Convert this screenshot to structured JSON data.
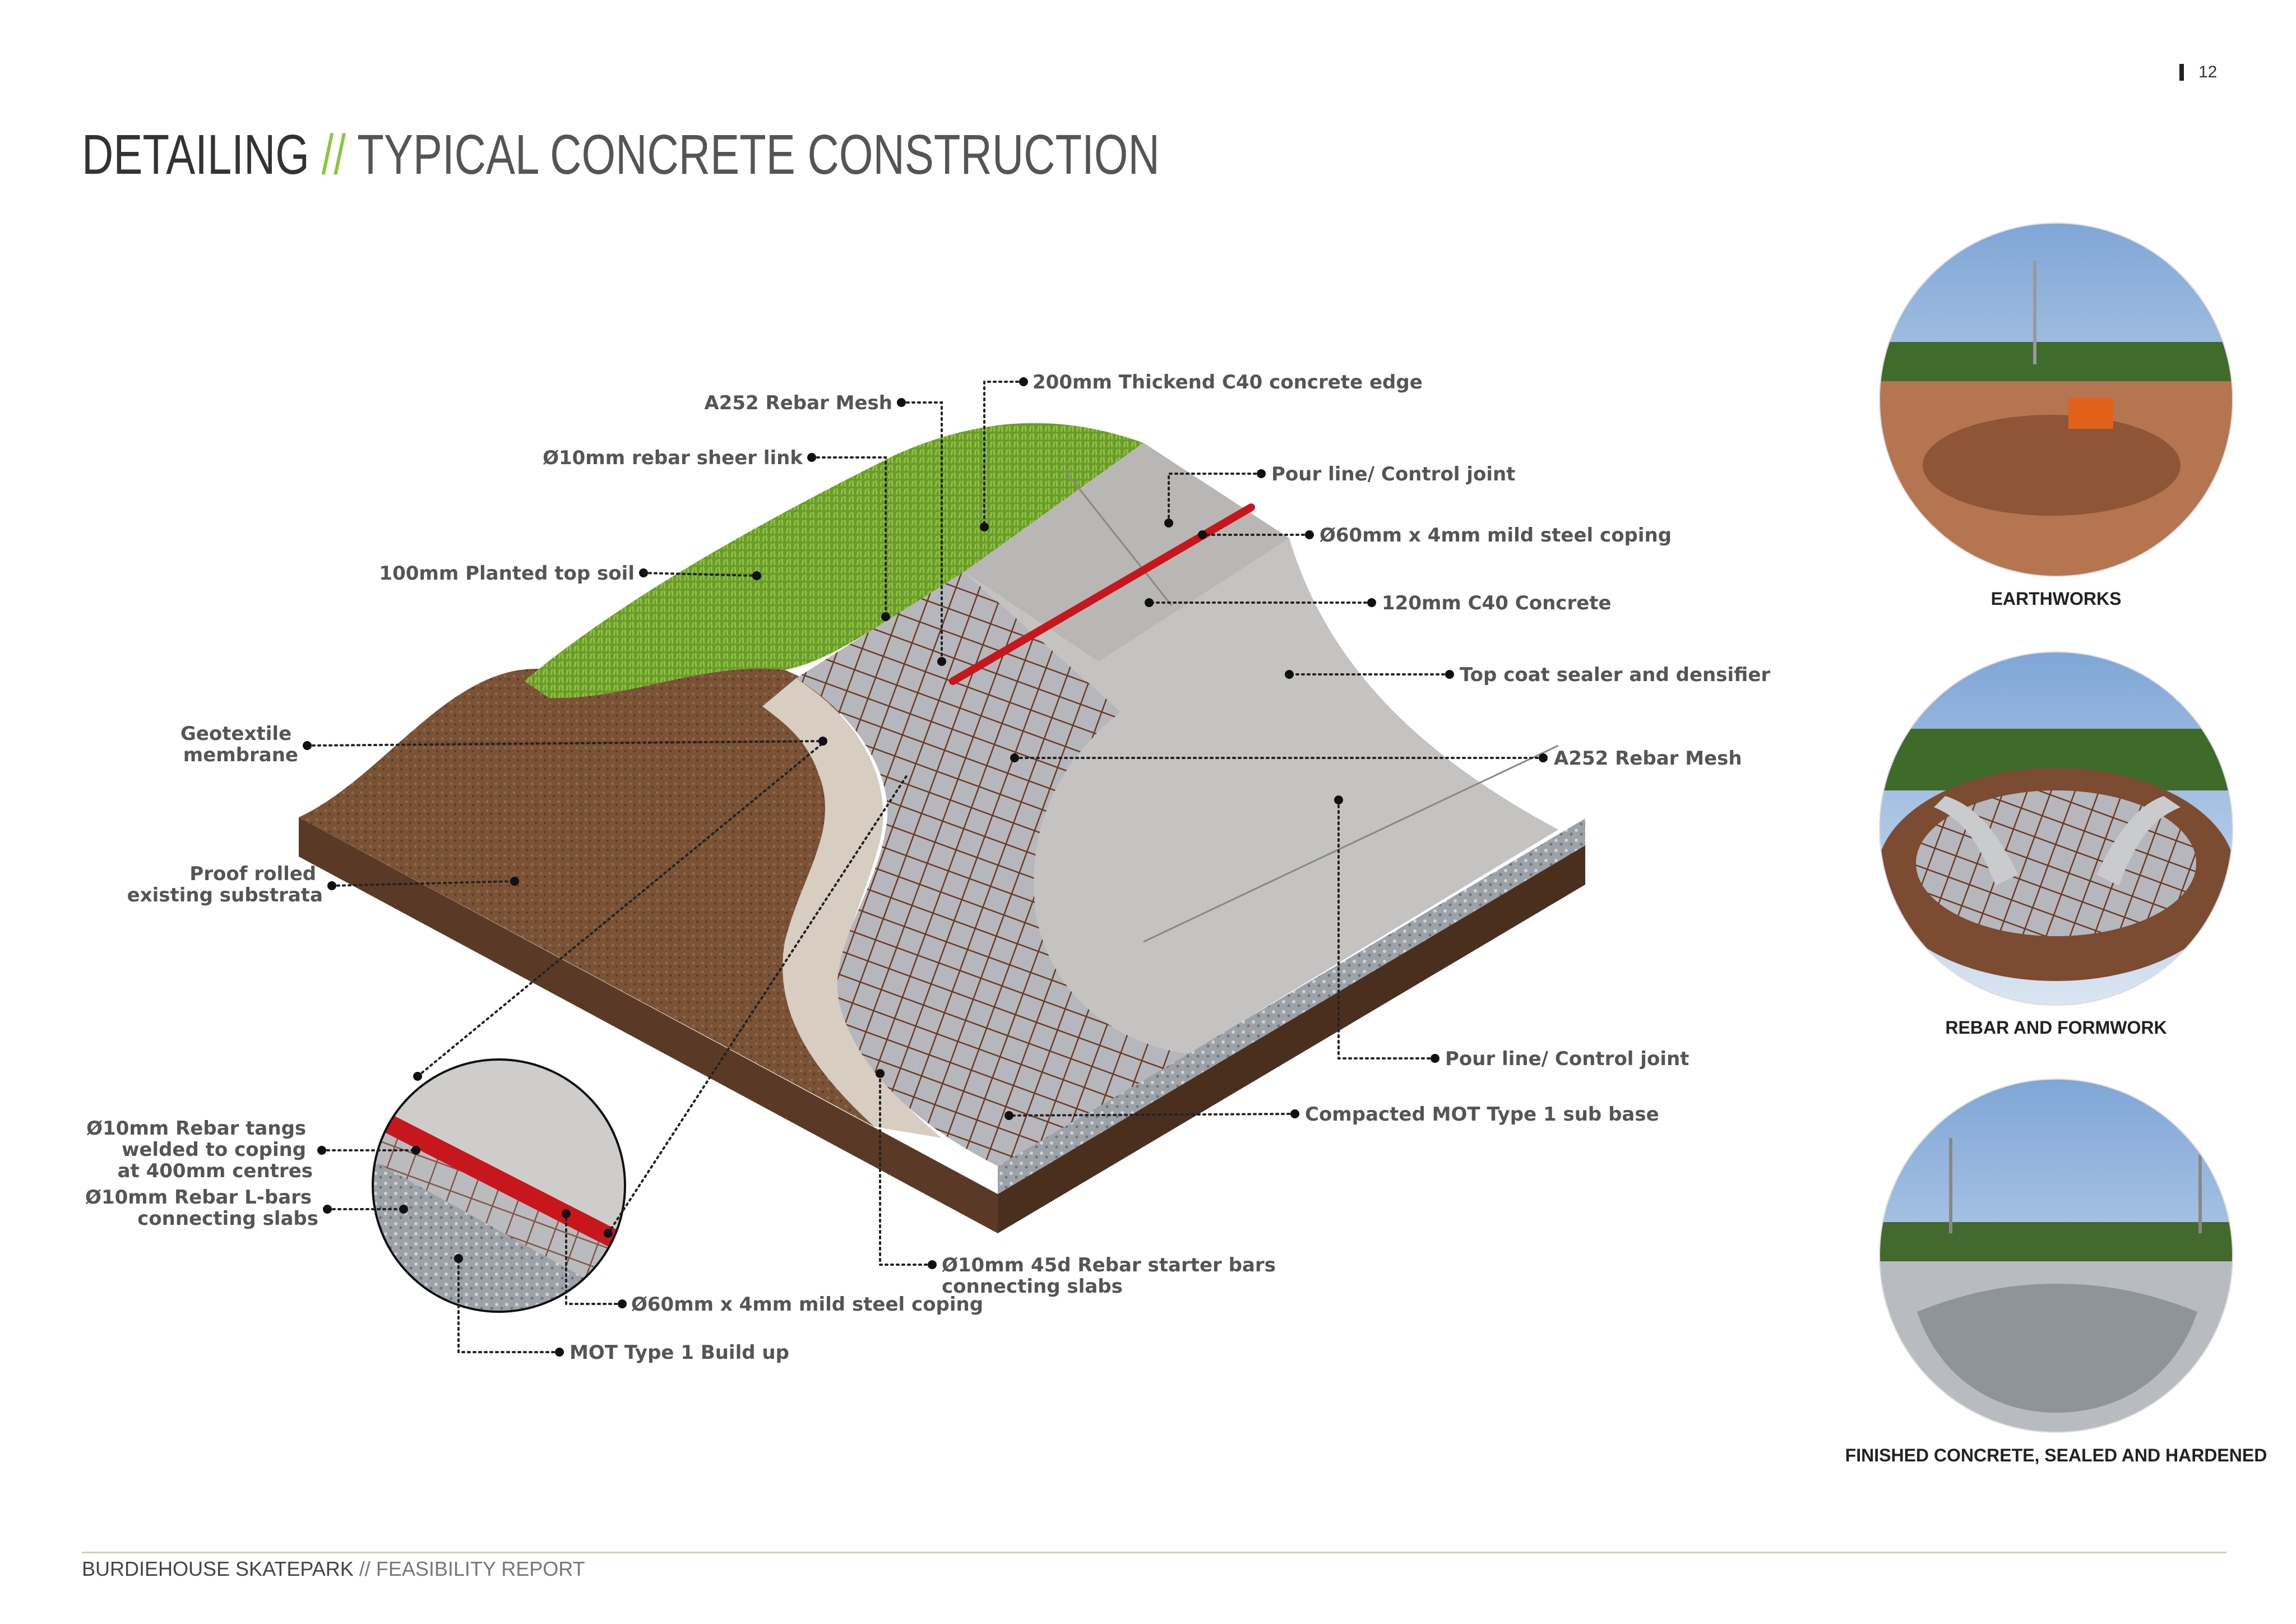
{
  "page": {
    "number": "12"
  },
  "title": {
    "main": "DETAILING",
    "separator": "//",
    "sub": "TYPICAL CONCRETE CONSTRUCTION"
  },
  "callouts": {
    "thickend_edge": "200mm Thickend C40 concrete edge",
    "rebar_mesh_top": "A252 Rebar Mesh",
    "sheer_link": "Ø10mm rebar sheer link",
    "pour_line_top": "Pour line/  Control joint",
    "coping_top": "Ø60mm x 4mm mild steel coping",
    "top_soil": "100mm Planted top soil",
    "c40_concrete": "120mm C40 Concrete",
    "sealer": "Top coat sealer and densifier",
    "geotextile_1": "Geotextile",
    "geotextile_2": "membrane",
    "rebar_mesh_right": "A252 Rebar Mesh",
    "proof_rolled_1": "Proof rolled",
    "proof_rolled_2": "existing substrata",
    "pour_line_bottom": "Pour line/  Control joint",
    "mot_sub_base": "Compacted MOT Type 1 sub base",
    "tangs_1": "Ø10mm Rebar tangs",
    "tangs_2": "welded to coping",
    "tangs_3": "at 400mm centres",
    "lbars_1": "Ø10mm Rebar L-bars",
    "lbars_2": "connecting slabs",
    "starter_bars_1": "Ø10mm 45d Rebar starter bars",
    "starter_bars_2": "connecting slabs",
    "coping_bottom": "Ø60mm x 4mm mild steel coping",
    "mot_build_up": "MOT Type 1 Build up"
  },
  "photos": {
    "earthworks": "EARTHWORKS",
    "rebar": "REBAR AND FORMWORK",
    "finished": "FINISHED CONCRETE, SEALED AND HARDENED"
  },
  "footer": {
    "project": "BURDIEHOUSE SKATEPARK",
    "separator": "//",
    "doc": "FEASIBILITY REPORT"
  }
}
